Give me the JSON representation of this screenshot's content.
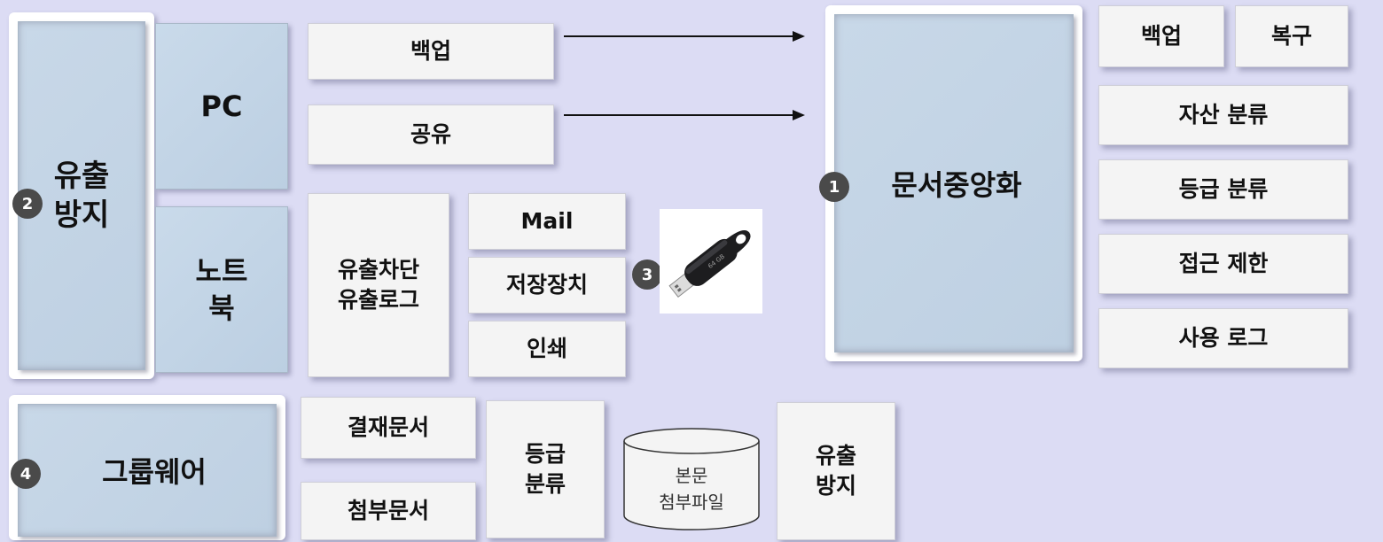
{
  "left": {
    "leak_prevention": [
      "유출",
      "방지"
    ],
    "badge_2": "2",
    "pc": "PC",
    "notebook": [
      "노트",
      "북"
    ]
  },
  "middle": {
    "backup": "백업",
    "share": "공유",
    "leak_block": [
      "유출차단",
      "유출로그"
    ],
    "mail": "Mail",
    "storage": "저장장치",
    "print": "인쇄",
    "badge_3": "3"
  },
  "center": {
    "badge_1": "1",
    "doc_central": "문서중앙화"
  },
  "right": {
    "backup": "백업",
    "restore": "복구",
    "asset_class": "자산 분류",
    "grade_class": "등급 분류",
    "access_limit": "접근 제한",
    "usage_log": "사용 로그"
  },
  "bottom": {
    "badge_4": "4",
    "groupware": "그룹웨어",
    "approval_doc": "결재문서",
    "attach_doc": "첨부문서",
    "grade_class": [
      "등급",
      "분류"
    ],
    "db": [
      "본문",
      "첨부파일"
    ],
    "leak_prevention": [
      "유출",
      "방지"
    ]
  },
  "colors": {
    "background": "#dcdcf4",
    "blue_box": "#c4d6e8",
    "white_box": "#f4f4f4",
    "badge": "#4a4a4a"
  },
  "icons": [
    "usb-drive-icon",
    "database-cylinder-icon"
  ]
}
